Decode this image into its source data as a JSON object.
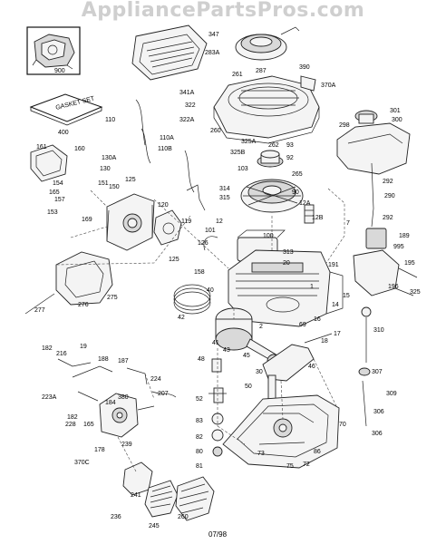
{
  "watermark": "AppliancePartsPros.com",
  "diagram_code": "07/98",
  "inset_label": "GASKET SET",
  "labels": {
    "p900": "900",
    "p400": "400",
    "p347": "347",
    "p283A": "283A",
    "p287": "287",
    "p390": "390",
    "p370A": "370A",
    "p261": "261",
    "p341A": "341A",
    "p322": "322",
    "p322A": "322A",
    "p110": "110",
    "p110A": "110A",
    "p110B": "110B",
    "p260": "260",
    "p325A": "325A",
    "p325B": "325B",
    "p262": "262",
    "p93": "93",
    "p92": "92",
    "p298": "298",
    "p301": "301",
    "p300": "300",
    "p161": "161",
    "p160": "160",
    "p130A": "130A",
    "p130": "130",
    "p103": "103",
    "p265": "265",
    "p125": "125",
    "p154": "154",
    "p165": "165",
    "p157": "157",
    "p151": "151",
    "p150": "150",
    "p120": "120",
    "p153": "153",
    "p169": "169",
    "p314": "314",
    "p315": "315",
    "p90": "90",
    "p12A": "12A",
    "p12B": "12B",
    "p12": "12",
    "p7": "7",
    "p292a": "292",
    "p290": "290",
    "p292b": "292",
    "p119": "119",
    "p101": "101",
    "p100": "100",
    "p313": "313",
    "p20": "20",
    "p126": "126",
    "p189": "189",
    "p995": "995",
    "p191": "191",
    "p195": "195",
    "p158": "158",
    "p125b": "125",
    "p196": "196",
    "p325": "325",
    "p275": "275",
    "p276": "276",
    "p277": "277",
    "p40": "40",
    "p1": "1",
    "p15": "15",
    "p14": "14",
    "p42": "42",
    "p2": "2",
    "p69": "69",
    "p16": "16",
    "p17": "17",
    "p310": "310",
    "p41": "41",
    "p43": "43",
    "p45": "45",
    "p18": "18",
    "p182": "182",
    "p216": "216",
    "p19": "19",
    "p188": "188",
    "p187": "187",
    "p224": "224",
    "p48": "48",
    "p30": "30",
    "p307": "307",
    "p50": "50",
    "p46": "46",
    "p223A": "223A",
    "p182b": "182",
    "p228": "228",
    "p165b": "165",
    "p184": "184",
    "p380": "380",
    "p207": "207",
    "p309": "309",
    "p52": "52",
    "p83": "83",
    "p306a": "306",
    "p70": "70",
    "p239": "239",
    "p178": "178",
    "p370C": "370C",
    "p82": "82",
    "p80": "80",
    "p73": "73",
    "p75": "75",
    "p72": "72",
    "p306b": "306",
    "p86": "86",
    "p81": "81",
    "p241": "241",
    "p245": "245",
    "p236": "236",
    "p260b": "260"
  }
}
